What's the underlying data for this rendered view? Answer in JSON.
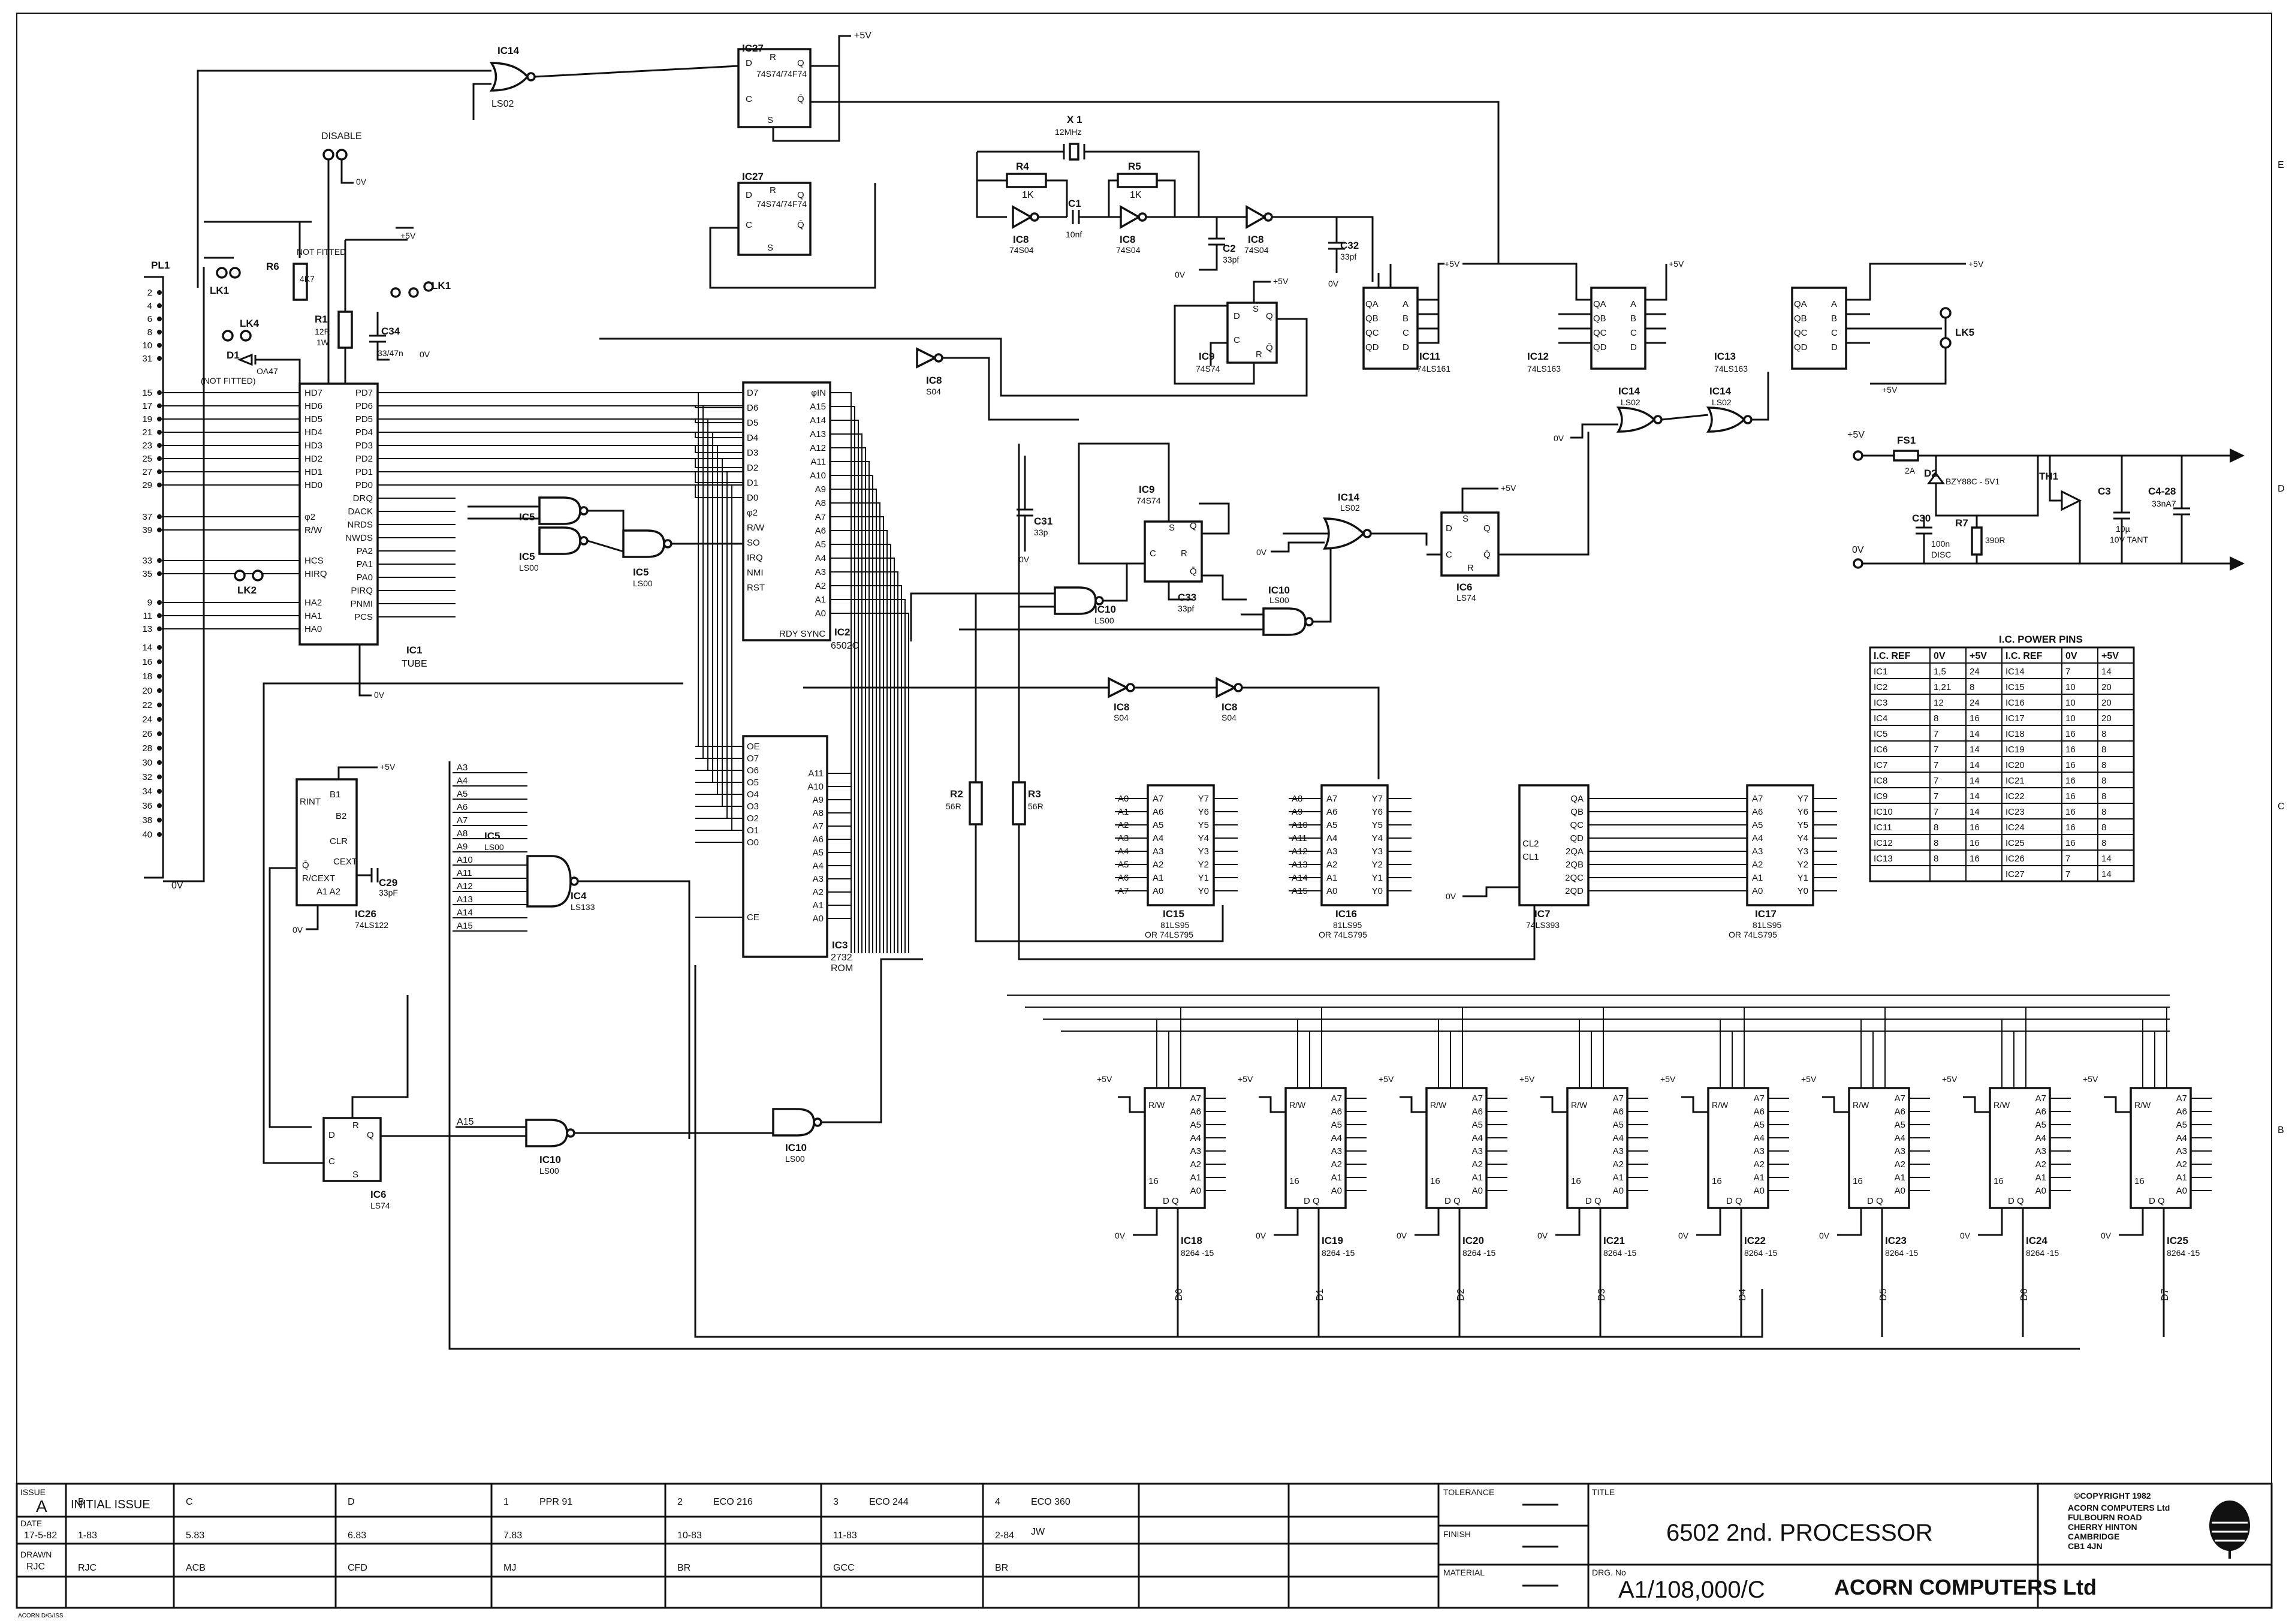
{
  "title_block": {
    "issue_label": "ISSUE",
    "issue": "A",
    "issue_note": "INITIAL ISSUE",
    "date_label": "DATE",
    "date": "17-5-82",
    "drawn_label": "DRAWN",
    "drawn": "RJC",
    "revisions": [
      {
        "rev": "B",
        "date": "1-83",
        "by": "RJC"
      },
      {
        "rev": "C",
        "date": "5.83",
        "by": "ACB"
      },
      {
        "rev": "D",
        "date": "6.83",
        "by": "CFD"
      },
      {
        "rev": "1",
        "eco": "PPR 91",
        "date": "7.83",
        "by": "MJ"
      },
      {
        "rev": "2",
        "eco": "ECO 216",
        "date": "10-83",
        "by": "BR"
      },
      {
        "rev": "3",
        "eco": "ECO 244",
        "date": "11-83",
        "by": "GCC"
      },
      {
        "rev": "4",
        "eco": "ECO 360",
        "date": "2-84",
        "by": "BR",
        "init": "JW"
      }
    ],
    "tolerance_label": "TOLERANCE",
    "finish_label": "FINISH",
    "material_label": "MATERIAL",
    "title_label": "TITLE",
    "title": "6502 2nd. PROCESSOR",
    "drg_label": "DRG. No",
    "drg_no": "A1/108,000/C",
    "copyright": "©COPYRIGHT 1982",
    "company_lines": [
      "ACORN COMPUTERS Ltd",
      "FULBOURN ROAD",
      "CHERRY HINTON",
      "CAMBRIDGE",
      "CB1 4JN"
    ],
    "company": "ACORN COMPUTERS Ltd",
    "footer_code": "ACORN D/G/ISS"
  },
  "power_table": {
    "title": "I.C. POWER PINS",
    "headers": [
      "I.C. REF",
      "0V",
      "+5V",
      "I.C. REF",
      "0V",
      "+5V"
    ],
    "rows": [
      [
        "IC1",
        "1,5",
        "24",
        "IC14",
        "7",
        "14"
      ],
      [
        "IC2",
        "1,21",
        "8",
        "IC15",
        "10",
        "20"
      ],
      [
        "IC3",
        "12",
        "24",
        "IC16",
        "10",
        "20"
      ],
      [
        "IC4",
        "8",
        "16",
        "IC17",
        "10",
        "20"
      ],
      [
        "IC5",
        "7",
        "14",
        "IC18",
        "16",
        "8"
      ],
      [
        "IC6",
        "7",
        "14",
        "IC19",
        "16",
        "8"
      ],
      [
        "IC7",
        "7",
        "14",
        "IC20",
        "16",
        "8"
      ],
      [
        "IC8",
        "7",
        "14",
        "IC21",
        "16",
        "8"
      ],
      [
        "IC9",
        "7",
        "14",
        "IC22",
        "16",
        "8"
      ],
      [
        "IC10",
        "7",
        "14",
        "IC23",
        "16",
        "8"
      ],
      [
        "IC11",
        "8",
        "16",
        "IC24",
        "16",
        "8"
      ],
      [
        "IC12",
        "8",
        "16",
        "IC25",
        "16",
        "8"
      ],
      [
        "IC13",
        "8",
        "16",
        "IC26",
        "7",
        "14"
      ],
      [
        "",
        "",
        "",
        "IC27",
        "7",
        "14"
      ]
    ]
  },
  "connector": {
    "name": "PL1",
    "pins_top": [
      "2",
      "4",
      "6",
      "8",
      "10",
      "31"
    ],
    "pins_bus": [
      "15",
      "17",
      "19",
      "21",
      "23",
      "25",
      "27",
      "29"
    ],
    "pins_ctrl": [
      "37",
      "39",
      "33",
      "35"
    ],
    "pins_addr": [
      "9",
      "11",
      "13"
    ],
    "pins_gnd": [
      "14",
      "16",
      "18",
      "20",
      "22",
      "24",
      "26",
      "28",
      "30",
      "32",
      "34",
      "36",
      "38",
      "40"
    ],
    "gnd": "0V"
  },
  "ic1": {
    "ref": "IC1",
    "name": "TUBE",
    "left_pins": [
      "HD7",
      "HD6",
      "HD5",
      "HD4",
      "HD3",
      "HD2",
      "HD1",
      "HD0",
      "φ2",
      "R/W",
      "HCS",
      "HIRQ",
      "HA2",
      "HA1",
      "HA0"
    ],
    "right_pins": [
      "PD7",
      "PD6",
      "PD5",
      "PD4",
      "PD3",
      "PD2",
      "PD1",
      "PD0",
      "DRQ",
      "DACK",
      "NRDS",
      "NWDS",
      "PA2",
      "PA1",
      "PA0",
      "PIRQ",
      "PNMI",
      "PCS"
    ]
  },
  "ic2": {
    "ref": "IC2",
    "name": "6502C",
    "left_pins": [
      "D7",
      "D6",
      "D5",
      "D4",
      "D3",
      "D2",
      "D1",
      "D0",
      "φ2",
      "R/W",
      "SO",
      "IRQ",
      "NMI",
      "RST"
    ],
    "right_pins": [
      "φIN",
      "A15",
      "A14",
      "A13",
      "A12",
      "A11",
      "A10",
      "A9",
      "A8",
      "A7",
      "A6",
      "A5",
      "A4",
      "A3",
      "A2",
      "A1",
      "A0"
    ],
    "bottom": "RDY SYNC"
  },
  "ic3": {
    "ref": "IC3",
    "name": "2732",
    "type": "ROM",
    "left_pins": [
      "OE",
      "O7",
      "O6",
      "O5",
      "O4",
      "O3",
      "O2",
      "O1",
      "O0",
      "CE"
    ],
    "right_pins": [
      "A11",
      "A10",
      "A9",
      "A8",
      "A7",
      "A6",
      "A5",
      "A4",
      "A3",
      "A2",
      "A1",
      "A0"
    ]
  },
  "ic15": {
    "ref": "IC15",
    "name": "81LS95",
    "alt": "OR 74LS795",
    "inputs": [
      "A0",
      "A1",
      "A2",
      "A3",
      "A4",
      "A5",
      "A6",
      "A7"
    ]
  },
  "ic16": {
    "ref": "IC16",
    "name": "81LS95",
    "alt": "OR 74LS795",
    "inputs": [
      "A8",
      "A9",
      "A10",
      "A11",
      "A12",
      "A13",
      "A14",
      "A15"
    ]
  },
  "ic17": {
    "ref": "IC17",
    "name": "81LS95",
    "alt": "OR 74LS795"
  },
  "ic7": {
    "ref": "IC7",
    "name": "74LS393",
    "pins": [
      "QA",
      "QB",
      "QC",
      "QD",
      "2QA",
      "2QB",
      "2QC",
      "2QD",
      "CL2",
      "CL1"
    ]
  },
  "rams": [
    {
      "ref": "IC18",
      "name": "8264 -15",
      "bit": "D0"
    },
    {
      "ref": "IC19",
      "name": "8264 -15",
      "bit": "D1"
    },
    {
      "ref": "IC20",
      "name": "8264 -15",
      "bit": "D2"
    },
    {
      "ref": "IC21",
      "name": "8264 -15",
      "bit": "D3"
    },
    {
      "ref": "IC22",
      "name": "8264 -15",
      "bit": "D4"
    },
    {
      "ref": "IC23",
      "name": "8264 -15",
      "bit": "D5"
    },
    {
      "ref": "IC24",
      "name": "8264 -15",
      "bit": "D6"
    },
    {
      "ref": "IC25",
      "name": "8264 -15",
      "bit": "D7"
    }
  ],
  "ram_pins": [
    "A7",
    "A6",
    "A5",
    "A4",
    "A3",
    "A2",
    "A1",
    "A0"
  ],
  "labels": {
    "disable": "DISABLE",
    "v5": "+5V",
    "v0": "0V",
    "x1": "X 1",
    "xtal_freq": "12MHz",
    "r4": "R4",
    "r4v": "1K",
    "r5": "R5",
    "r5v": "1K",
    "c1": "C1",
    "c1v": "10nf",
    "c2": "C2",
    "c2v": "33pf",
    "c32": "C32",
    "c32v": "33pf",
    "c31": "C31",
    "c31v": "33p",
    "c33": "C33",
    "c33v": "33pf",
    "c34": "C34",
    "c34v": "33/47n",
    "c29": "C29",
    "c29v": "33pF",
    "r6": "R6",
    "r6v": "4K7",
    "not_fitted": "NOT FITTED",
    "r1": "R1",
    "r1v": "12R",
    "r1w": "1W",
    "d1": "D1",
    "d1v": "OA47",
    "d1n": "(NOT FITTED)",
    "lk1": "LK1",
    "lk2": "LK2",
    "lk4": "LK4",
    "lk5": "LK5",
    "r2": "R2",
    "r2v": "56R",
    "r3": "R3",
    "r3v": "56R",
    "fs1": "FS1",
    "fs1v": "2A",
    "d2": "D2",
    "d2v": "BZY88C - 5V1",
    "th1": "TH1",
    "c3": "C3",
    "c3v": "10µ",
    "c3t": "10V TANT",
    "c4": "C4-28",
    "c4v": "33nA7",
    "c30": "C30",
    "c30v": "100n",
    "c30d": "DISC",
    "r7": "R7",
    "r7v": "390R",
    "ic26": "IC26",
    "ic26n": "74LS122",
    "ic9": "IC9",
    "ic9n": "74S74",
    "ic11": "IC11",
    "ic11n": "74LS161",
    "ic12": "IC12",
    "ic12n": "74LS163",
    "ic13": "IC13",
    "ic13n": "74LS163",
    "ic27": "IC27",
    "ic27n": "74S74/74F74",
    "ic14": "IC14",
    "ic14n": "LS02",
    "ic8": "IC8",
    "ic8n": "74S04",
    "ic5": "IC5",
    "ic5n": "LS00",
    "ic10": "IC10",
    "ic10n": "LS00",
    "ic6": "IC6",
    "ic6n": "LS74",
    "ic4": "IC4",
    "ic4n": "LS133",
    "s04": "S04",
    "a15": "A15",
    "addr_list": [
      "A3",
      "A4",
      "A5",
      "A6",
      "A7",
      "A8",
      "A9",
      "A10",
      "A11",
      "A12",
      "A13",
      "A14",
      "A15"
    ]
  },
  "grid_right": [
    "E",
    "D",
    "C",
    "B"
  ]
}
